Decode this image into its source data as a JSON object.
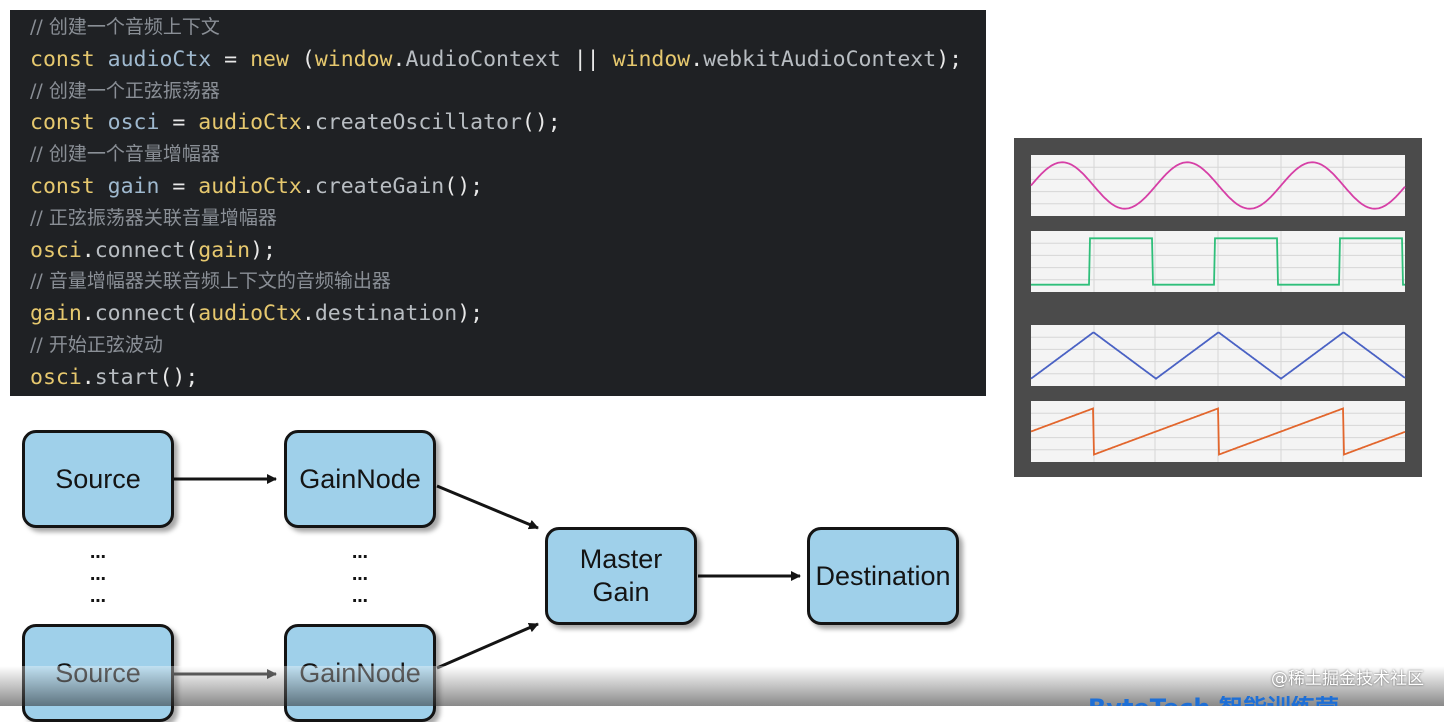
{
  "code": {
    "lines": [
      {
        "type": "comment",
        "tokens": [
          {
            "cls": "t-comment",
            "text": "// 创建一个音频上下文"
          }
        ]
      },
      {
        "type": "code",
        "tokens": [
          {
            "cls": "t-kw",
            "text": "const "
          },
          {
            "cls": "t-var",
            "text": "audioCtx"
          },
          {
            "cls": "t-punc",
            "text": " = "
          },
          {
            "cls": "t-kw",
            "text": "new"
          },
          {
            "cls": "t-punc",
            "text": " ("
          },
          {
            "cls": "t-window",
            "text": "window"
          },
          {
            "cls": "t-punc",
            "text": "."
          },
          {
            "cls": "t-method",
            "text": "AudioContext"
          },
          {
            "cls": "t-punc",
            "text": " || "
          },
          {
            "cls": "t-window",
            "text": "window"
          },
          {
            "cls": "t-punc",
            "text": "."
          },
          {
            "cls": "t-method",
            "text": "webkitAudioContext"
          },
          {
            "cls": "t-punc",
            "text": ");"
          }
        ]
      },
      {
        "type": "comment",
        "tokens": [
          {
            "cls": "t-comment",
            "text": "// 创建一个正弦振荡器"
          }
        ]
      },
      {
        "type": "code",
        "tokens": [
          {
            "cls": "t-kw",
            "text": "const "
          },
          {
            "cls": "t-var",
            "text": "osci"
          },
          {
            "cls": "t-punc",
            "text": " = "
          },
          {
            "cls": "t-obj",
            "text": "audioCtx"
          },
          {
            "cls": "t-punc",
            "text": "."
          },
          {
            "cls": "t-method",
            "text": "createOscillator"
          },
          {
            "cls": "t-punc",
            "text": "();"
          }
        ]
      },
      {
        "type": "comment",
        "tokens": [
          {
            "cls": "t-comment",
            "text": "// 创建一个音量增幅器"
          }
        ]
      },
      {
        "type": "code",
        "tokens": [
          {
            "cls": "t-kw",
            "text": "const "
          },
          {
            "cls": "t-var",
            "text": "gain"
          },
          {
            "cls": "t-punc",
            "text": " = "
          },
          {
            "cls": "t-obj",
            "text": "audioCtx"
          },
          {
            "cls": "t-punc",
            "text": "."
          },
          {
            "cls": "t-method",
            "text": "createGain"
          },
          {
            "cls": "t-punc",
            "text": "();"
          }
        ]
      },
      {
        "type": "comment",
        "tokens": [
          {
            "cls": "t-comment",
            "text": "// 正弦振荡器关联音量增幅器"
          }
        ]
      },
      {
        "type": "code",
        "tokens": [
          {
            "cls": "t-obj",
            "text": "osci"
          },
          {
            "cls": "t-punc",
            "text": "."
          },
          {
            "cls": "t-method",
            "text": "connect"
          },
          {
            "cls": "t-punc",
            "text": "("
          },
          {
            "cls": "t-obj",
            "text": "gain"
          },
          {
            "cls": "t-punc",
            "text": ");"
          }
        ]
      },
      {
        "type": "comment",
        "tokens": [
          {
            "cls": "t-comment",
            "text": "// 音量增幅器关联音频上下文的音频输出器"
          }
        ]
      },
      {
        "type": "code",
        "tokens": [
          {
            "cls": "t-obj",
            "text": "gain"
          },
          {
            "cls": "t-punc",
            "text": "."
          },
          {
            "cls": "t-method",
            "text": "connect"
          },
          {
            "cls": "t-punc",
            "text": "("
          },
          {
            "cls": "t-obj",
            "text": "audioCtx"
          },
          {
            "cls": "t-punc",
            "text": "."
          },
          {
            "cls": "t-method",
            "text": "destination"
          },
          {
            "cls": "t-punc",
            "text": ");"
          }
        ]
      },
      {
        "type": "comment",
        "tokens": [
          {
            "cls": "t-comment",
            "text": "// 开始正弦波动"
          }
        ]
      },
      {
        "type": "code",
        "tokens": [
          {
            "cls": "t-obj",
            "text": "osci"
          },
          {
            "cls": "t-punc",
            "text": "."
          },
          {
            "cls": "t-method",
            "text": "start"
          },
          {
            "cls": "t-punc",
            "text": "();"
          }
        ]
      }
    ]
  },
  "waveforms": [
    {
      "name": "sine",
      "color": "#d63fa6"
    },
    {
      "name": "square",
      "color": "#2fbf7a"
    },
    {
      "name": "triangle",
      "color": "#4a62c4"
    },
    {
      "name": "sawtooth",
      "color": "#e2662d"
    }
  ],
  "diagram": {
    "source_top": "Source",
    "gain_top": "GainNode",
    "master_line1": "Master",
    "master_line2": "Gain",
    "destination": "Destination",
    "source_bottom": "Source",
    "gain_bottom": "GainNode",
    "ellipsis": "⋯"
  },
  "watermark": "@稀土掘金技术社区",
  "brand": "ByteTech 智能训练营"
}
